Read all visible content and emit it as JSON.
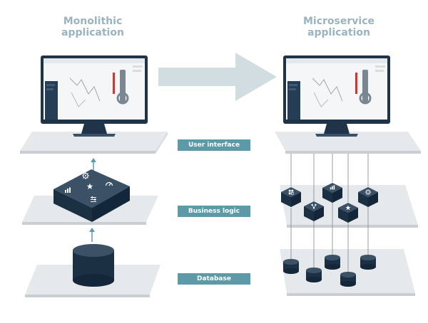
{
  "titles": {
    "monolithic": "Monolithic\napplication",
    "microservice": "Microservice\napplication"
  },
  "layers": {
    "user_interface": "User interface",
    "business_logic": "Business logic",
    "database": "Database"
  },
  "colors": {
    "title": "#9ab3c0",
    "label_bg": "#5c9aa8",
    "label_text": "#ffffff",
    "platform_top": "#e6e9eb",
    "platform_side": "#c8ced2",
    "block_dark": "#1f3448",
    "arrow": "#d2dde2"
  },
  "icons": [
    "settings-icon",
    "chart-icon",
    "star-icon",
    "sliders-icon",
    "grid-icon",
    "gauge-icon",
    "flow-icon"
  ]
}
